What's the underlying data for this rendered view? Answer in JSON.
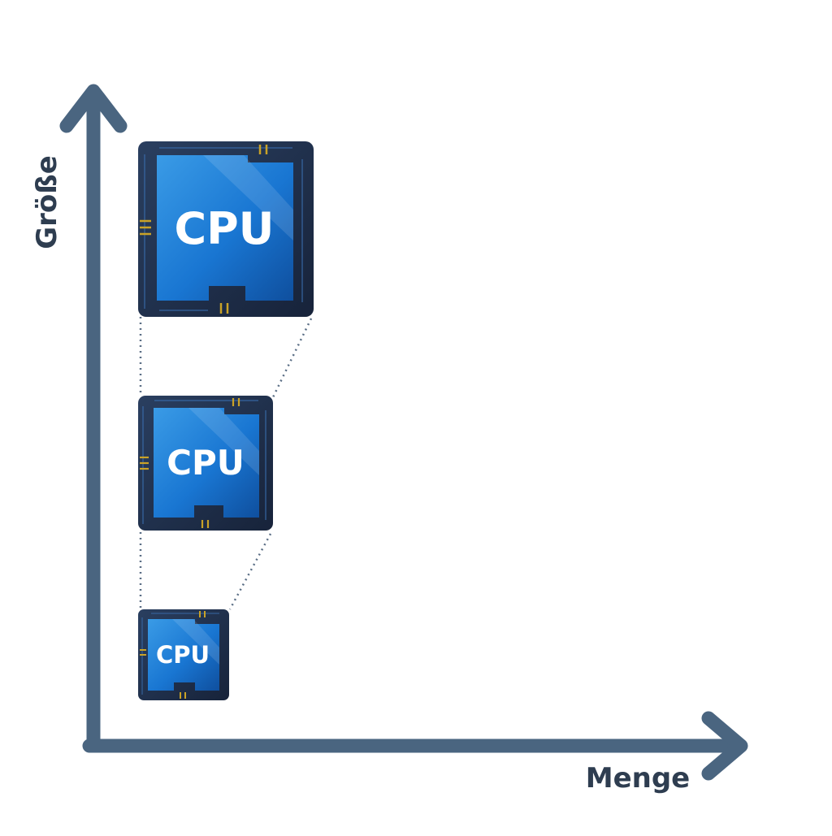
{
  "diagram": {
    "y_axis_label": "Größe",
    "x_axis_label": "Menge",
    "chips": [
      {
        "label": "CPU"
      },
      {
        "label": "CPU"
      },
      {
        "label": "CPU"
      }
    ]
  },
  "colors": {
    "axis": "#4a6580",
    "axis_text": "#2e3d50",
    "chip_frame": "#1e2d46",
    "chip_face": "#1976d2",
    "chip_face_light": "#3a9be6",
    "chip_face_dark": "#0f4f9e",
    "pin": "#c9a227",
    "trace": "#3a6fb0",
    "connector": "#5a6e85"
  }
}
